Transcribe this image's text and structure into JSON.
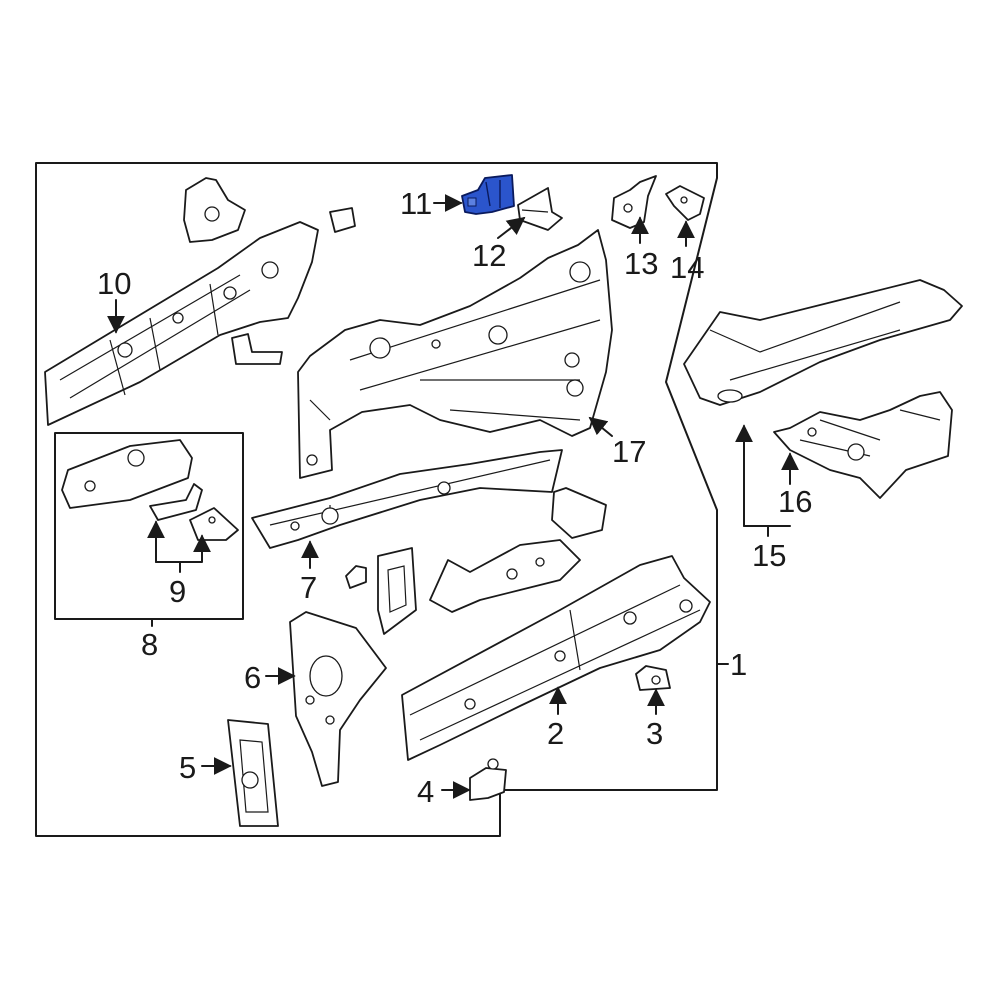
{
  "callouts": {
    "c1": "1",
    "c2": "2",
    "c3": "3",
    "c4": "4",
    "c5": "5",
    "c6": "6",
    "c7": "7",
    "c8": "8",
    "c9": "9",
    "c10": "10",
    "c11": "11",
    "c12": "12",
    "c13": "13",
    "c14": "14",
    "c15": "15",
    "c16": "16",
    "c17": "17"
  },
  "colors": {
    "line": "#1a1a1a",
    "highlight": "#2b55cc",
    "highlight_stroke": "#0a1a5c"
  },
  "highlighted_part": "11"
}
